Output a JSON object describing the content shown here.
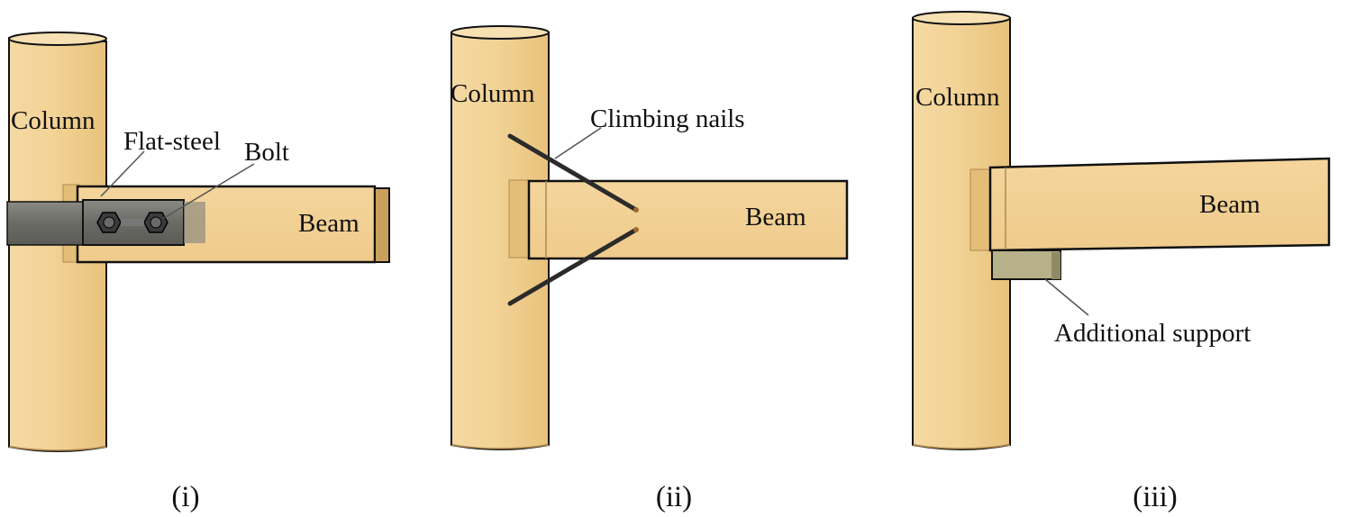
{
  "colors": {
    "wood": "#f0cf92",
    "wood_light": "#f6dca8",
    "wood_shade": "#d9b06a",
    "outline": "#111111",
    "steel": "#6d6d68",
    "support": "#b9b48d",
    "leader": "#555555"
  },
  "panels": [
    {
      "caption": "(i)",
      "labels": {
        "column": "Column",
        "flat_steel": "Flat-steel",
        "bolt": "Bolt",
        "beam": "Beam"
      }
    },
    {
      "caption": "(ii)",
      "labels": {
        "column": "Column",
        "climbing_nails": "Climbing nails",
        "beam": "Beam"
      }
    },
    {
      "caption": "(iii)",
      "labels": {
        "column": "Column",
        "beam": "Beam",
        "additional_support": "Additional support"
      }
    }
  ]
}
